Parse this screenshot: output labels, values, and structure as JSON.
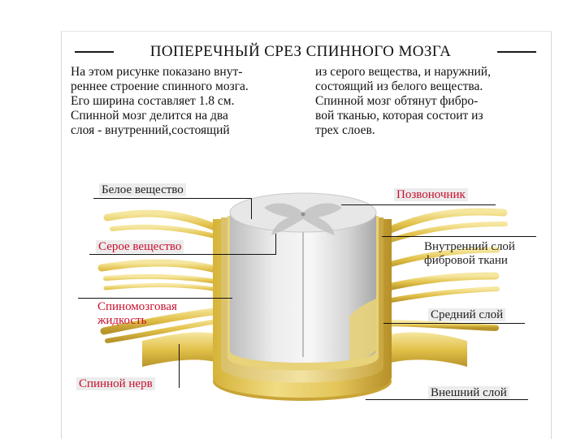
{
  "title": "ПОПЕРЕЧНЫЙ СРЕЗ СПИННОГО МОЗГА",
  "intro": {
    "left_lines": [
      "На этом рисунке показано внут-",
      "реннее строение спинного мозга.",
      "Его ширина составляет 1.8 см.",
      "Спинной мозг делится на два",
      "слоя - внутренний,состоящий"
    ],
    "right_lines": [
      "из серого вещества, и наружний,",
      "состоящий из белого вещества.",
      "Спинной мозг обтянут фибро-",
      "вой тканью, которая состоит из",
      "трех слоев."
    ]
  },
  "labels": {
    "white_matter": "Белое вещество",
    "gray_matter": "Серое вещество",
    "csf_line1": "Спиномозговая",
    "csf_line2": "жидкость",
    "spinal_nerve": "Спинной нерв",
    "spine": "Позвоночник",
    "inner_layer_line1": "Внутренний слой",
    "inner_layer_line2": "фибровой ткани",
    "middle_layer": "Средний слой",
    "outer_layer": "Внешний слой"
  },
  "colors": {
    "accent_red": "#c8102e",
    "nerve_yellow": "#e8c84a",
    "cord_gray": "#d9d9d9"
  }
}
